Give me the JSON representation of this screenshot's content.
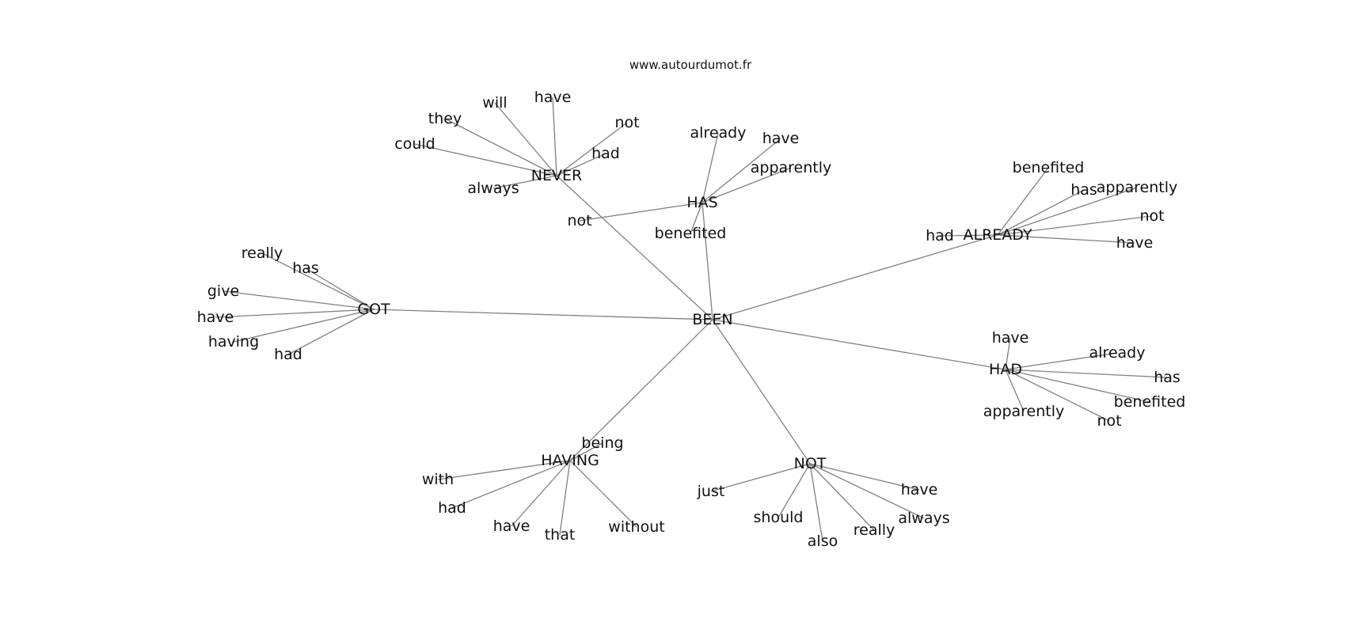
{
  "source": "www.autourdumot.fr",
  "center": "BEEN",
  "hubs": [
    {
      "word": "NEVER",
      "children": [
        "will",
        "have",
        "they",
        "not",
        "could",
        "had",
        "always"
      ]
    },
    {
      "word": "HAS",
      "children": [
        "already",
        "have",
        "apparently",
        "not",
        "benefited"
      ]
    },
    {
      "word": "ALREADY",
      "children": [
        "benefited",
        "has",
        "apparently",
        "not",
        "had",
        "have"
      ]
    },
    {
      "word": "GOT",
      "children": [
        "really",
        "has",
        "give",
        "have",
        "having",
        "had"
      ]
    },
    {
      "word": "HAD",
      "children": [
        "have",
        "already",
        "has",
        "benefited",
        "apparently",
        "not"
      ]
    },
    {
      "word": "HAVING",
      "children": [
        "being",
        "with",
        "had",
        "have",
        "that",
        "without"
      ]
    },
    {
      "word": "NOT",
      "children": [
        "just",
        "have",
        "should",
        "always",
        "really",
        "also"
      ]
    }
  ]
}
